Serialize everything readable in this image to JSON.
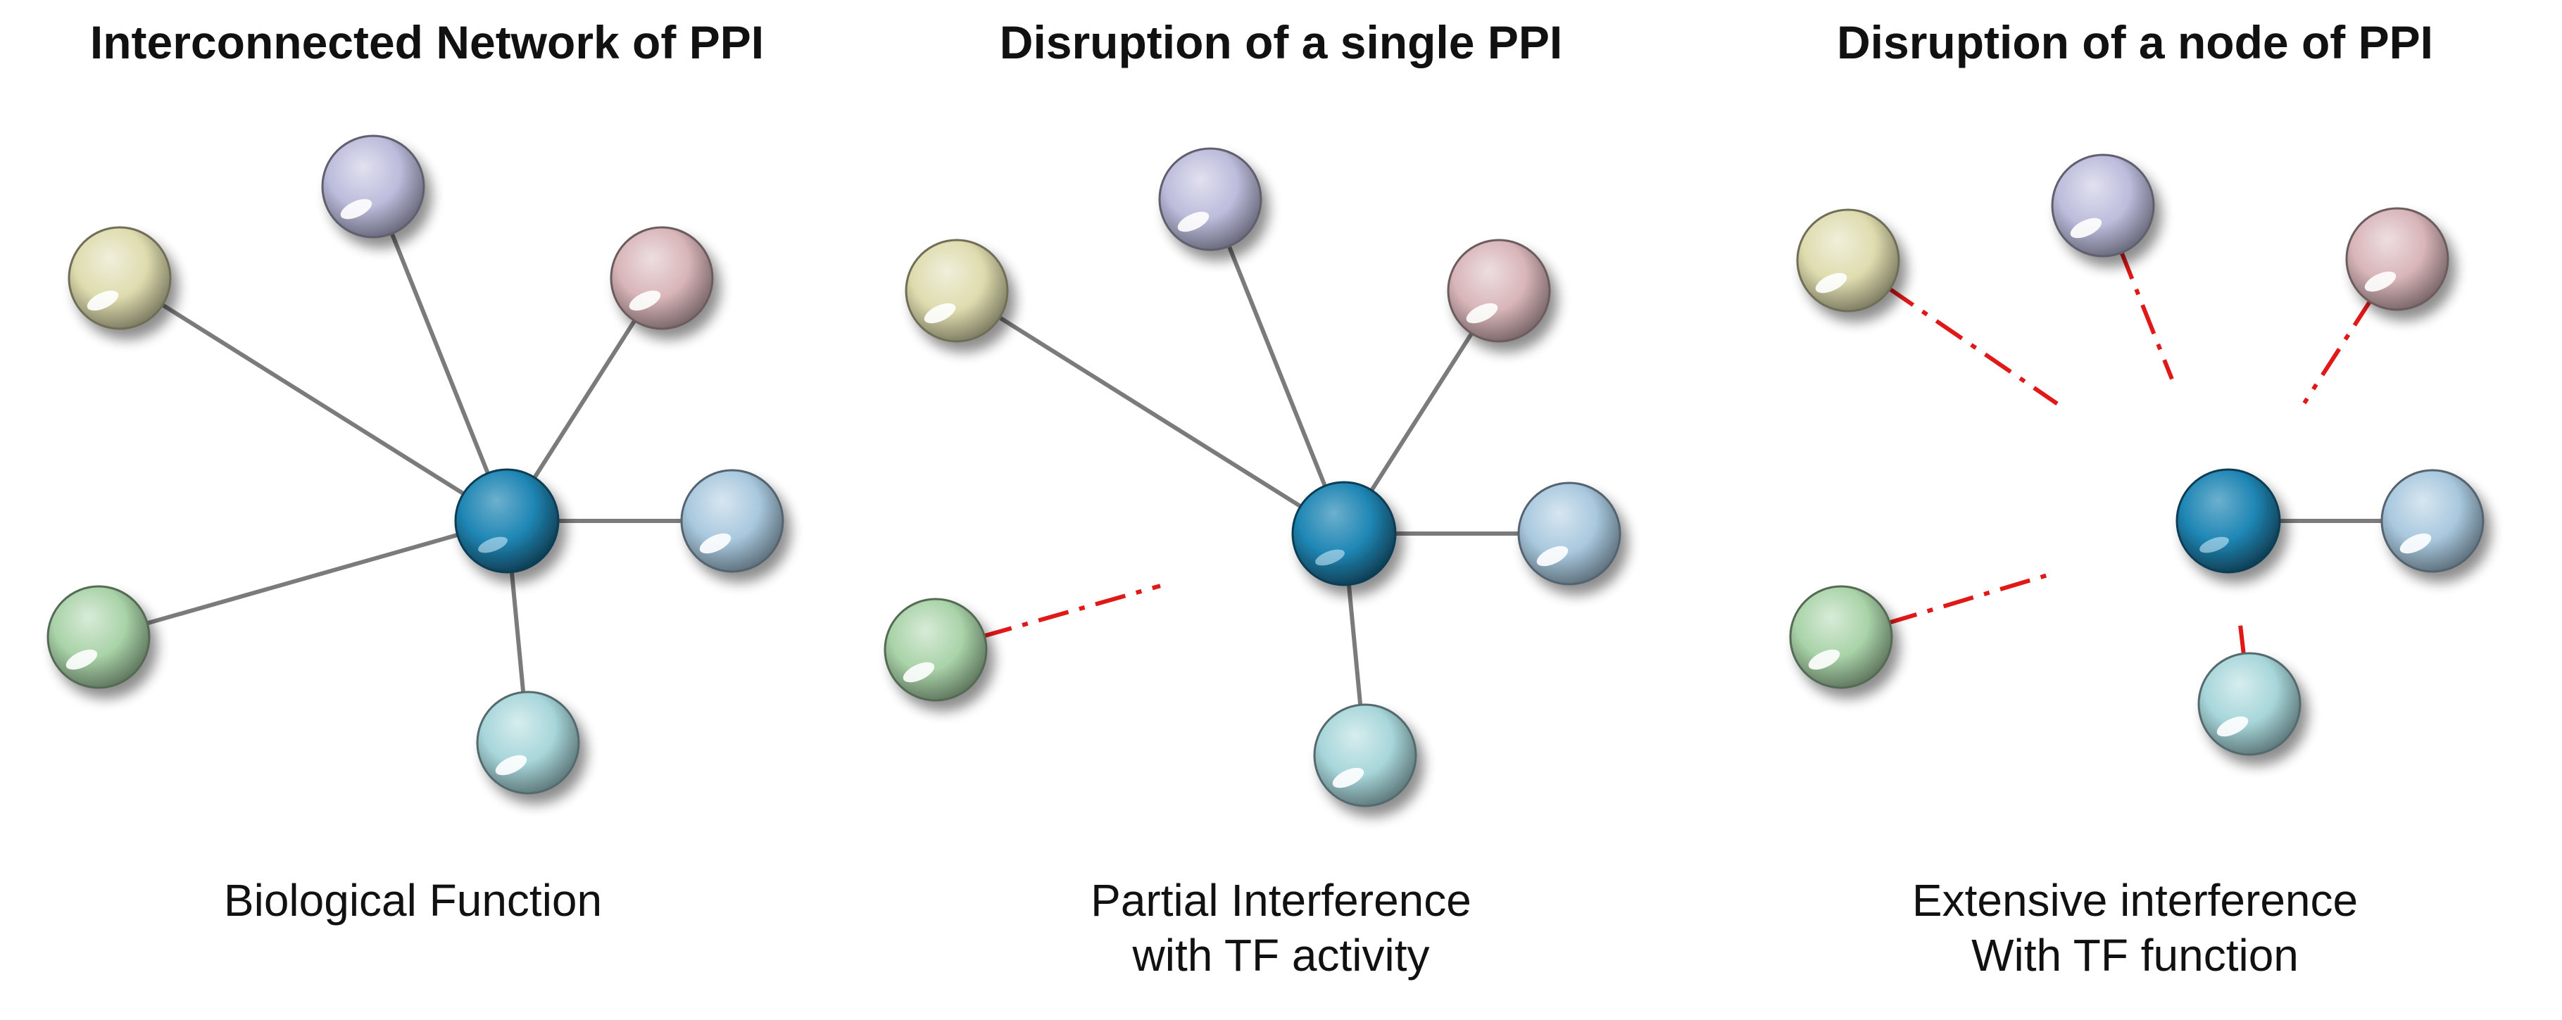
{
  "panels": [
    {
      "id": "intact-network",
      "title": "Interconnected Network of PPI",
      "caption": [
        "Biological Function"
      ],
      "edges": [
        {
          "to": "yellow",
          "state": "intact"
        },
        {
          "to": "lavender",
          "state": "intact"
        },
        {
          "to": "pink",
          "state": "intact"
        },
        {
          "to": "blue",
          "state": "intact"
        },
        {
          "to": "green",
          "state": "intact"
        },
        {
          "to": "cyan",
          "state": "intact"
        }
      ]
    },
    {
      "id": "single-disruption",
      "title": "Disruption of  a single PPI",
      "caption": [
        "Partial Interference",
        "with TF activity"
      ],
      "edges": [
        {
          "to": "yellow",
          "state": "intact"
        },
        {
          "to": "lavender",
          "state": "intact"
        },
        {
          "to": "pink",
          "state": "intact"
        },
        {
          "to": "blue",
          "state": "intact"
        },
        {
          "to": "green",
          "state": "disrupted"
        },
        {
          "to": "cyan",
          "state": "intact"
        }
      ]
    },
    {
      "id": "node-disruption",
      "title": "Disruption of a node of PPI",
      "caption": [
        "Extensive  interference",
        "With TF function"
      ],
      "edges": [
        {
          "to": "yellow",
          "state": "disrupted"
        },
        {
          "to": "lavender",
          "state": "disrupted"
        },
        {
          "to": "pink",
          "state": "disrupted"
        },
        {
          "to": "blue",
          "state": "intact"
        },
        {
          "to": "green",
          "state": "disrupted"
        },
        {
          "to": "cyan",
          "state": "disrupted"
        }
      ]
    }
  ],
  "colors": {
    "hub": "#1f86b4",
    "yellow": "#dedcae",
    "lavender": "#bcbcdc",
    "pink": "#d8b5b9",
    "blue": "#a8c8de",
    "green": "#a9d3a8",
    "cyan": "#a7d6da",
    "intact_edge": "#7b7b7b",
    "disrupted_edge": "#e01818"
  }
}
